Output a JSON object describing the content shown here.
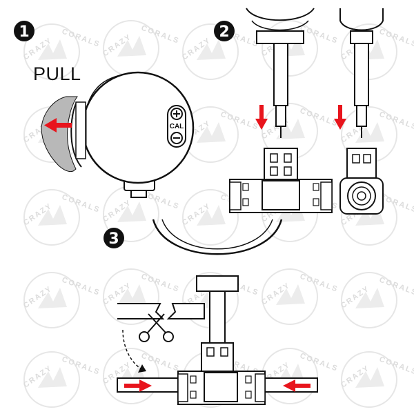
{
  "steps": [
    {
      "number": "1"
    },
    {
      "number": "2"
    },
    {
      "number": "3"
    }
  ],
  "step1": {
    "action_label": "PULL"
  },
  "sensor_buttons": {
    "plus_symbol": "⊕",
    "cal_label": "CAL",
    "minus_symbol": "⊖"
  },
  "watermark": {
    "text": "CRAZY CORALS"
  },
  "colors": {
    "arrow": "#e8141c",
    "outline": "#111111",
    "fill": "#ffffff",
    "watermark": "#dcdcdc",
    "pull_shape": "#b8b8b8"
  }
}
